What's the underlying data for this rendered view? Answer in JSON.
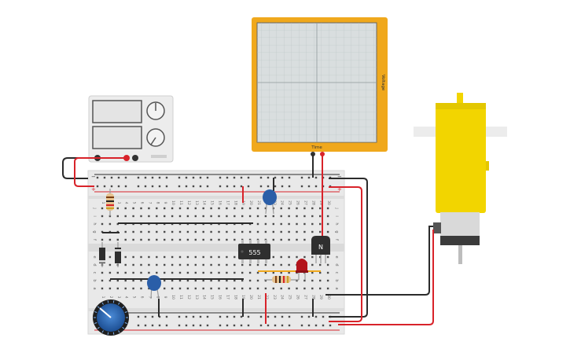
{
  "oscilloscope": {
    "x_label": "Time",
    "y_label": "Voltage"
  },
  "ic": {
    "label": "555"
  },
  "transistor": {
    "label": "N"
  },
  "breadboard": {
    "column_numbers": [
      "1",
      "2",
      "3",
      "4",
      "5",
      "6",
      "7",
      "8",
      "9",
      "10",
      "11",
      "12",
      "13",
      "14",
      "15",
      "16",
      "17",
      "18",
      "19",
      "20",
      "21",
      "22",
      "23",
      "24",
      "25",
      "26",
      "27",
      "28",
      "29",
      "30"
    ],
    "row_letters_top": [
      "j",
      "i",
      "h",
      "g",
      "f"
    ],
    "row_letters_bottom": [
      "e",
      "d",
      "c",
      "b",
      "a"
    ]
  },
  "colors": {
    "board": "#e9e9e9",
    "wire_red": "#d8232a",
    "wire_black": "#2b2b2b",
    "scope_frame": "#f0a81c",
    "motor": "#f2d500",
    "led": "#b3141c",
    "cap": "#2a5ea8"
  }
}
